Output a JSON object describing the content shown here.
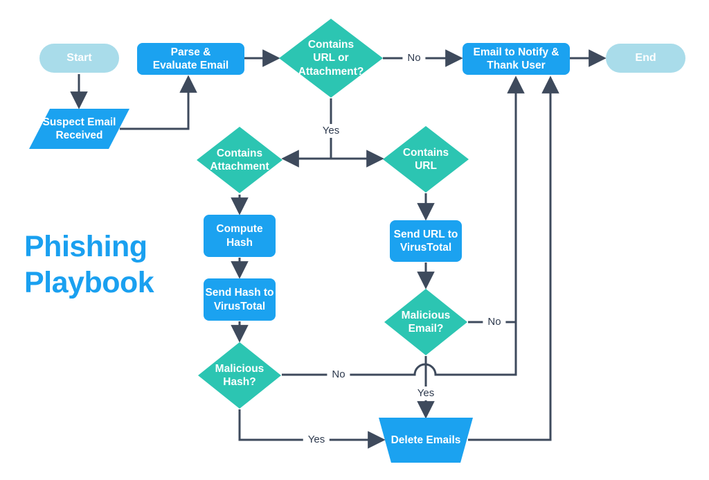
{
  "title": "Phishing\nPlaybook",
  "colors": {
    "process": "#1BA2F0",
    "decision": "#2CC5B2",
    "terminal": "#A9DCEA",
    "connector": "#3E4A5C",
    "titleText": "#1AA0F0",
    "edgeLabel": "#2E3A4E",
    "shapeText": "#FFFFFF"
  },
  "nodes": {
    "start": {
      "label": "Start",
      "type": "terminal"
    },
    "parse": {
      "label": "Parse &\nEvaluate Email",
      "type": "process"
    },
    "contains_url_attachment": {
      "label": "Contains\nURL or\nAttachment?",
      "type": "decision"
    },
    "notify": {
      "label": "Email to Notify &\nThank User",
      "type": "process"
    },
    "end": {
      "label": "End",
      "type": "terminal"
    },
    "suspect": {
      "label": "Suspect Email\nReceived",
      "type": "input"
    },
    "contains_attachment": {
      "label": "Contains\nAttachment",
      "type": "decision"
    },
    "contains_url": {
      "label": "Contains\nURL",
      "type": "decision"
    },
    "compute_hash": {
      "label": "Compute\nHash",
      "type": "process"
    },
    "send_hash": {
      "label": "Send Hash to\nVirusTotal",
      "type": "process"
    },
    "malicious_hash": {
      "label": "Malicious\nHash?",
      "type": "decision"
    },
    "send_url": {
      "label": "Send URL to\nVirusTotal",
      "type": "process"
    },
    "malicious_email": {
      "label": "Malicious\nEmail?",
      "type": "decision"
    },
    "delete_emails": {
      "label": "Delete Emails",
      "type": "process"
    }
  },
  "edge_labels": {
    "d1_no": "No",
    "d1_yes": "Yes",
    "memail_no": "No",
    "memail_yes": "Yes",
    "mhash_no": "No",
    "mhash_yes": "Yes"
  }
}
